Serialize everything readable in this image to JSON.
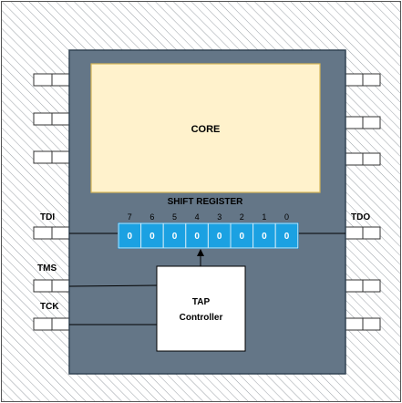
{
  "colors": {
    "background": "#ffffff",
    "hatch": "#9aa0a6",
    "chip_body": "#647687",
    "chip_border": "#314354",
    "core_fill": "#fff2cc",
    "core_border": "#d6b656",
    "register_fill": "#1ba1e2",
    "register_border": "#006eaf",
    "bit_text": "#ffffff",
    "controller_fill": "#ffffff",
    "pin_fill": "#ffffff",
    "wire": "#000000",
    "label": "#000000"
  },
  "core": {
    "label": "CORE"
  },
  "shift_register": {
    "title": "SHIFT REGISTER",
    "indices": [
      "7",
      "6",
      "5",
      "4",
      "3",
      "2",
      "1",
      "0"
    ],
    "bits": [
      "0",
      "0",
      "0",
      "0",
      "0",
      "0",
      "0",
      "0"
    ]
  },
  "tap_controller": {
    "line1": "TAP",
    "line2": "Controller"
  },
  "pins": {
    "tdi": "TDI",
    "tms": "TMS",
    "tck": "TCK",
    "tdo": "TDO"
  }
}
